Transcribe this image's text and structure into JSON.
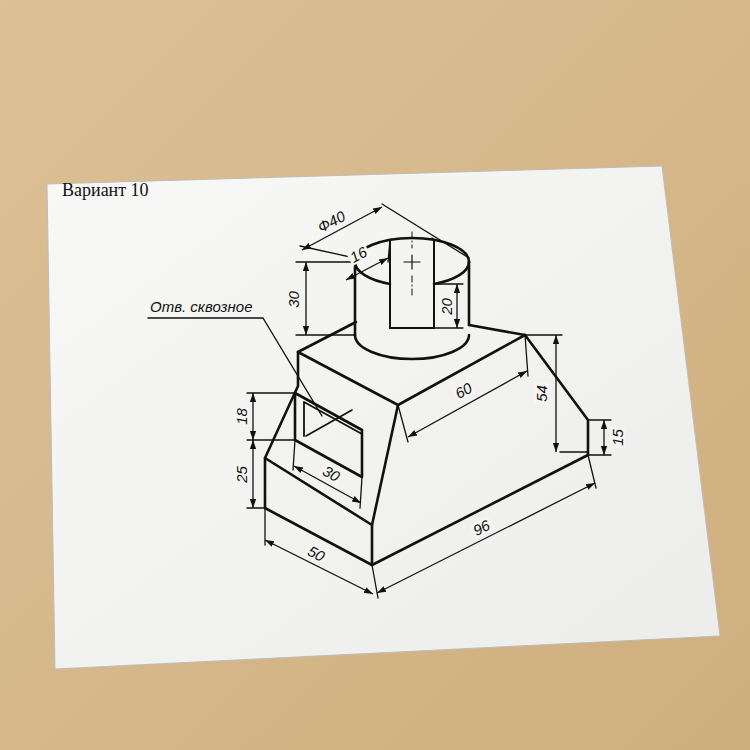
{
  "diagram": {
    "title": "Вариант 10",
    "labels": [
      "Ф40",
      "16",
      "30",
      "20",
      "Отв. сквозное",
      "60",
      "54",
      "15",
      "18",
      "25",
      "30",
      "96",
      "50"
    ]
  }
}
